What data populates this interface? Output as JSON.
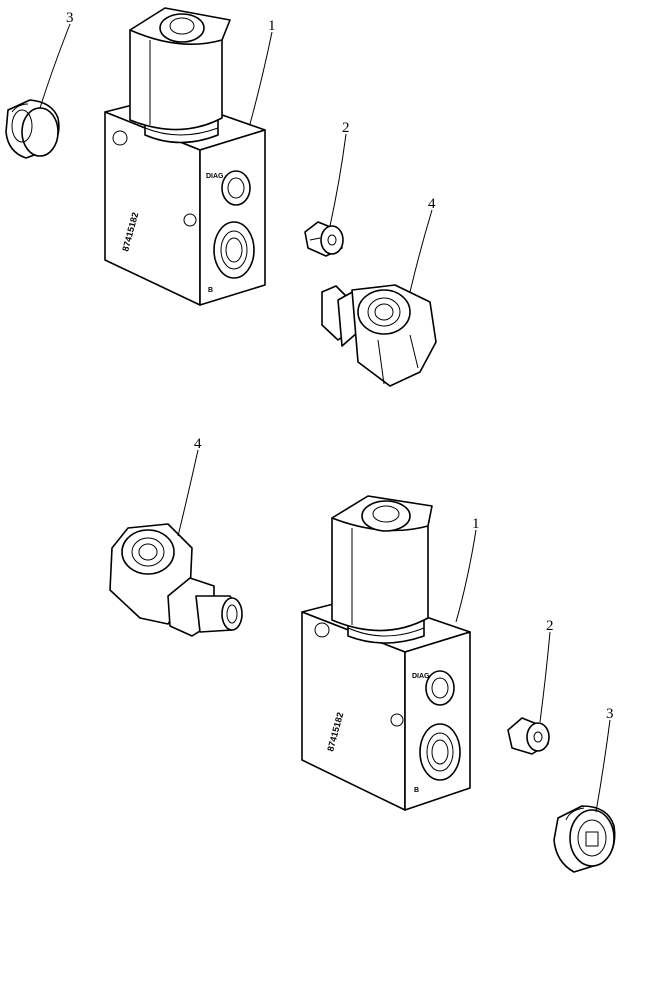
{
  "diagram": {
    "callouts": {
      "a1": "3",
      "a2": "1",
      "a3": "2",
      "a4": "4",
      "b1": "4",
      "b2": "1",
      "b3": "2",
      "b4": "3"
    },
    "valve_part_number": "87415182",
    "port_diag_label": "DIAG",
    "port_b_label": "B"
  }
}
